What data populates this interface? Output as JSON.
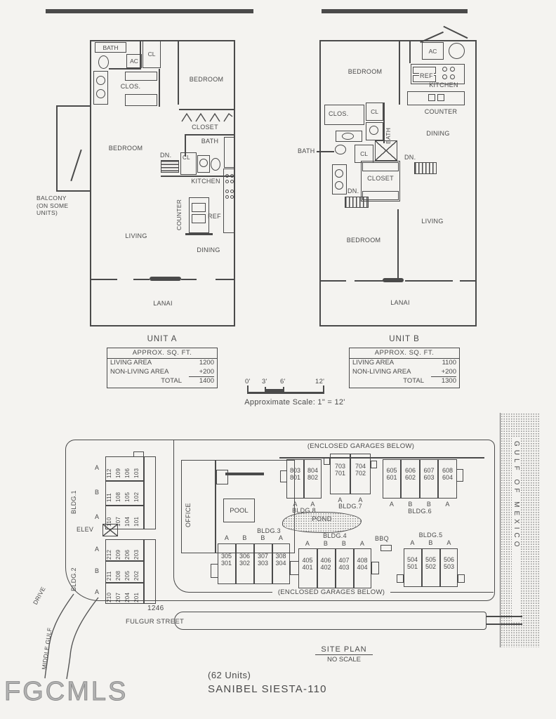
{
  "colors": {
    "ink": "#4a4a4a",
    "paper": "#f4f3f0",
    "watermark_gray": "#a9a9a9"
  },
  "unit_a": {
    "label": "UNIT A",
    "rooms": {
      "bath_top": "BATH",
      "ac": "AC",
      "cl_top": "CL",
      "clos": "CLOS.",
      "bedroom_right": "BEDROOM",
      "closet": "CLOSET",
      "bath_mid": "BATH",
      "dn": "DN.",
      "cl_mid": "CL",
      "bedroom_left": "BEDROOM",
      "kitchen": "KITCHEN",
      "counter": "COUNTER",
      "ref": "REF",
      "living": "LIVING",
      "dining": "DINING",
      "lanai": "LANAI"
    },
    "balcony_note": {
      "line1": "BALCONY",
      "line2": "(ON SOME",
      "line3": "UNITS)"
    },
    "table": {
      "header": "APPROX. SQ. FT.",
      "rows": [
        {
          "label": "LIVING AREA",
          "value": "1200"
        },
        {
          "label": "NON-LIVING AREA",
          "value": "+200"
        },
        {
          "label": "TOTAL",
          "value": "1400"
        }
      ]
    }
  },
  "unit_b": {
    "label": "UNIT B",
    "rooms": {
      "bedroom_top": "BEDROOM",
      "ac": "AC",
      "ref": "REF",
      "kitchen": "KITCHEN",
      "counter": "COUNTER",
      "dining": "DINING",
      "clos": "CLOS.",
      "cl_top": "CL",
      "bath_vert": "BATH",
      "bath_left": "BATH",
      "cl_mid": "CL",
      "dn_top": "DN.",
      "closet": "CLOSET",
      "dn_mid": "DN.",
      "living": "LIVING",
      "bedroom_bottom": "BEDROOM",
      "lanai": "LANAI"
    },
    "table": {
      "header": "APPROX. SQ. FT.",
      "rows": [
        {
          "label": "LIVING AREA",
          "value": "1100"
        },
        {
          "label": "NON-LIVING AREA",
          "value": "+200"
        },
        {
          "label": "TOTAL",
          "value": "1300"
        }
      ]
    }
  },
  "scale_bar": {
    "ticks": [
      "0'",
      "3'",
      "6'",
      "12'"
    ],
    "caption": "Approximate Scale: 1\" = 12'"
  },
  "site": {
    "garages_note_top": "(ENCLOSED GARAGES BELOW)",
    "garages_note_bottom": "(ENCLOSED GARAGES BELOW)",
    "elev": "ELEV",
    "office": "OFFICE",
    "pool": "POOL",
    "pond": "POND",
    "bbq": "BBQ",
    "street_number": "1246",
    "street": "FULGUR STREET",
    "drive_line1": "MIDDLE GULF",
    "drive_line2": "DRIVE",
    "gulf": "GULF OF MEXICO",
    "site_plan": "SITE PLAN",
    "no_scale": "NO SCALE",
    "bldg1": {
      "name": "BLDG.1",
      "row_labels": [
        "A",
        "B",
        "A"
      ],
      "rows": [
        [
          "112",
          "109",
          "106",
          "103"
        ],
        [
          "111",
          "108",
          "105",
          "102"
        ],
        [
          "110",
          "107",
          "104",
          "101"
        ]
      ]
    },
    "bldg2": {
      "name": "BLDG.2",
      "row_labels": [
        "A",
        "B",
        "A"
      ],
      "rows": [
        [
          "212",
          "209",
          "206",
          "203"
        ],
        [
          "211",
          "208",
          "205",
          "202"
        ],
        [
          "210",
          "207",
          "204",
          "201"
        ]
      ]
    },
    "bldg3": {
      "name": "BLDG.3",
      "col_labels": [
        "A",
        "B",
        "B",
        "A"
      ],
      "cells": [
        [
          "305",
          "301"
        ],
        [
          "306",
          "302"
        ],
        [
          "307",
          "303"
        ],
        [
          "308",
          "304"
        ]
      ]
    },
    "bldg4": {
      "name": "BLDG.4",
      "col_labels": [
        "A",
        "B",
        "B",
        "A"
      ],
      "cells": [
        [
          "405",
          "401"
        ],
        [
          "406",
          "402"
        ],
        [
          "407",
          "403"
        ],
        [
          "408",
          "404"
        ]
      ]
    },
    "bldg5": {
      "name": "BLDG.5",
      "col_labels": [
        "A",
        "B",
        "A"
      ],
      "cells": [
        [
          "504",
          "501"
        ],
        [
          "505",
          "502"
        ],
        [
          "506",
          "503"
        ]
      ]
    },
    "bldg6": {
      "name": "BLDG.6",
      "col_labels": [
        "A",
        "B",
        "B",
        "A"
      ],
      "cells": [
        [
          "605",
          "601"
        ],
        [
          "606",
          "602"
        ],
        [
          "607",
          "603"
        ],
        [
          "608",
          "604"
        ]
      ]
    },
    "bldg7": {
      "name": "BLDG.7",
      "col_labels": [
        "A",
        "A"
      ],
      "cells": [
        [
          "703",
          "701"
        ],
        [
          "704",
          "702"
        ]
      ]
    },
    "bldg8": {
      "name": "BLDG.8",
      "col_labels": [
        "A",
        "A"
      ],
      "cells": [
        [
          "803",
          "801"
        ],
        [
          "804",
          "802"
        ]
      ]
    }
  },
  "footer": {
    "units_count": "(62 Units)",
    "project_name": "SANIBEL SIESTA-110",
    "watermark": "FGCMLS"
  }
}
